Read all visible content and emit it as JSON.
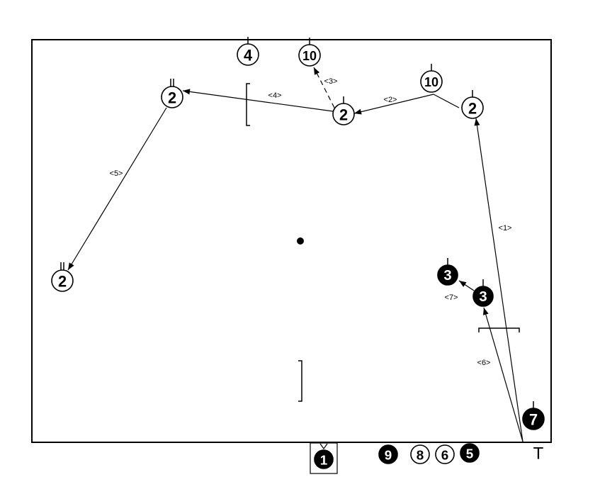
{
  "players": [
    {
      "id": "p-1-bottom",
      "label": "1",
      "filled": true,
      "boxed": true
    },
    {
      "id": "p-2-right",
      "label": "2",
      "filled": false
    },
    {
      "id": "p-10-mid",
      "label": "10",
      "filled": false
    },
    {
      "id": "p-2-center",
      "label": "2",
      "filled": false
    },
    {
      "id": "p-10-top",
      "label": "10",
      "filled": false
    },
    {
      "id": "p-4-top",
      "label": "4",
      "filled": false
    },
    {
      "id": "p-2-left",
      "label": "2",
      "filled": false
    },
    {
      "id": "p-2-far-left",
      "label": "2",
      "filled": false
    },
    {
      "id": "p-3-a",
      "label": "3",
      "filled": true
    },
    {
      "id": "p-3-b",
      "label": "3",
      "filled": true
    },
    {
      "id": "p-7",
      "label": "7",
      "filled": true
    },
    {
      "id": "p-9",
      "label": "9",
      "filled": true
    },
    {
      "id": "p-8",
      "label": "8",
      "filled": false
    },
    {
      "id": "p-6",
      "label": "6",
      "filled": false
    },
    {
      "id": "p-5",
      "label": "5",
      "filled": true
    }
  ],
  "steps": [
    "<1>",
    "<2>",
    "<3>",
    "<4>",
    "<5>",
    "<6>",
    "<7>"
  ],
  "marker": "T"
}
